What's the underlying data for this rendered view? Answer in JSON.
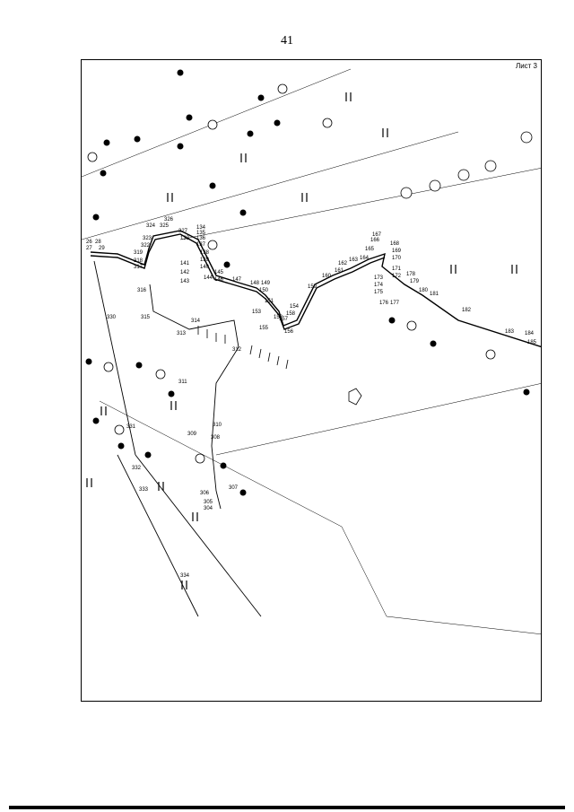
{
  "page": {
    "number": "41"
  },
  "map": {
    "sheet_label": "Лист 3",
    "labels_vertices": [
      "26",
      "28",
      "27",
      "29",
      "322",
      "323",
      "324",
      "325",
      "326",
      "327",
      "133",
      "134",
      "135",
      "136",
      "137",
      "319",
      "318",
      "317",
      "316",
      "315",
      "314",
      "313",
      "312",
      "311",
      "310",
      "309",
      "308",
      "307",
      "306",
      "305",
      "304",
      "138",
      "139",
      "140",
      "141",
      "142",
      "143",
      "144",
      "145",
      "146",
      "147",
      "148",
      "149",
      "150",
      "151",
      "152",
      "153",
      "154",
      "155",
      "156",
      "157",
      "158",
      "159",
      "160",
      "161",
      "162",
      "163",
      "164",
      "165",
      "166",
      "167",
      "168",
      "169",
      "170",
      "171",
      "172",
      "173",
      "174",
      "175",
      "176",
      "177",
      "178",
      "179",
      "180",
      "181",
      "182",
      "183",
      "184",
      "185",
      "330",
      "331",
      "332",
      "333",
      "334"
    ]
  }
}
